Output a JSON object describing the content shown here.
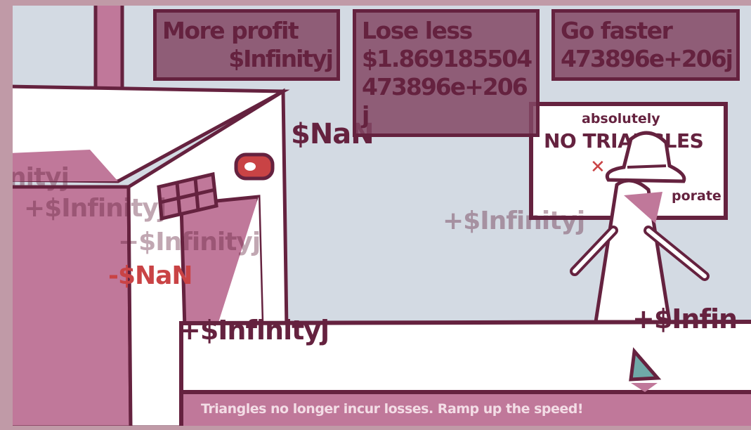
{
  "upgrades": [
    {
      "label": "More profit",
      "price": "$Infinityj"
    },
    {
      "label": "Lose less",
      "price": "$1.869185504473896e+206j"
    },
    {
      "label": "Go faster",
      "price": "473896e+206j"
    }
  ],
  "money": "$NaN",
  "sign": {
    "top": "absolutely",
    "main": "NO TRIANGLES",
    "bottom": "porate"
  },
  "floating_texts": [
    "+$Infinityj",
    "+$Infinityj",
    "+$Infinityj",
    "+$Infinityj",
    "+$Infin",
    "nityj"
  ],
  "loss_text": "-$NaN",
  "message": "Triangles no longer incur losses. Ramp up the speed!",
  "colors": {
    "outline": "#65223f",
    "pink": "#c0789a",
    "sky": "#d3dae3",
    "red": "#c94345",
    "teal": "#6fa9a8"
  }
}
